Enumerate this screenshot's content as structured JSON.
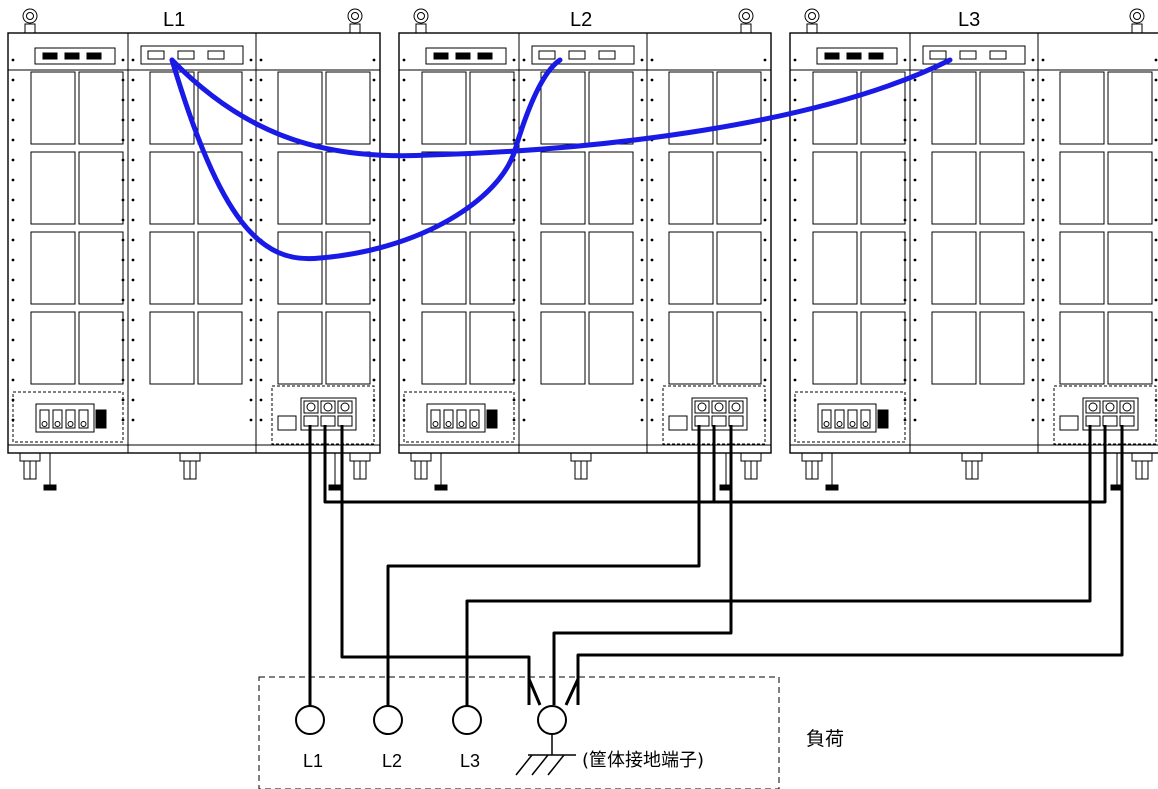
{
  "units": [
    {
      "label": "L1"
    },
    {
      "label": "L2"
    },
    {
      "label": "L3"
    }
  ],
  "load": {
    "title": "負荷",
    "terminals": [
      "L1",
      "L2",
      "L3"
    ],
    "ground_note": "(筐体接地端子)"
  },
  "colors": {
    "signal_cable": "#1a1ae6",
    "power_cable": "#000000",
    "outline": "#000000"
  }
}
